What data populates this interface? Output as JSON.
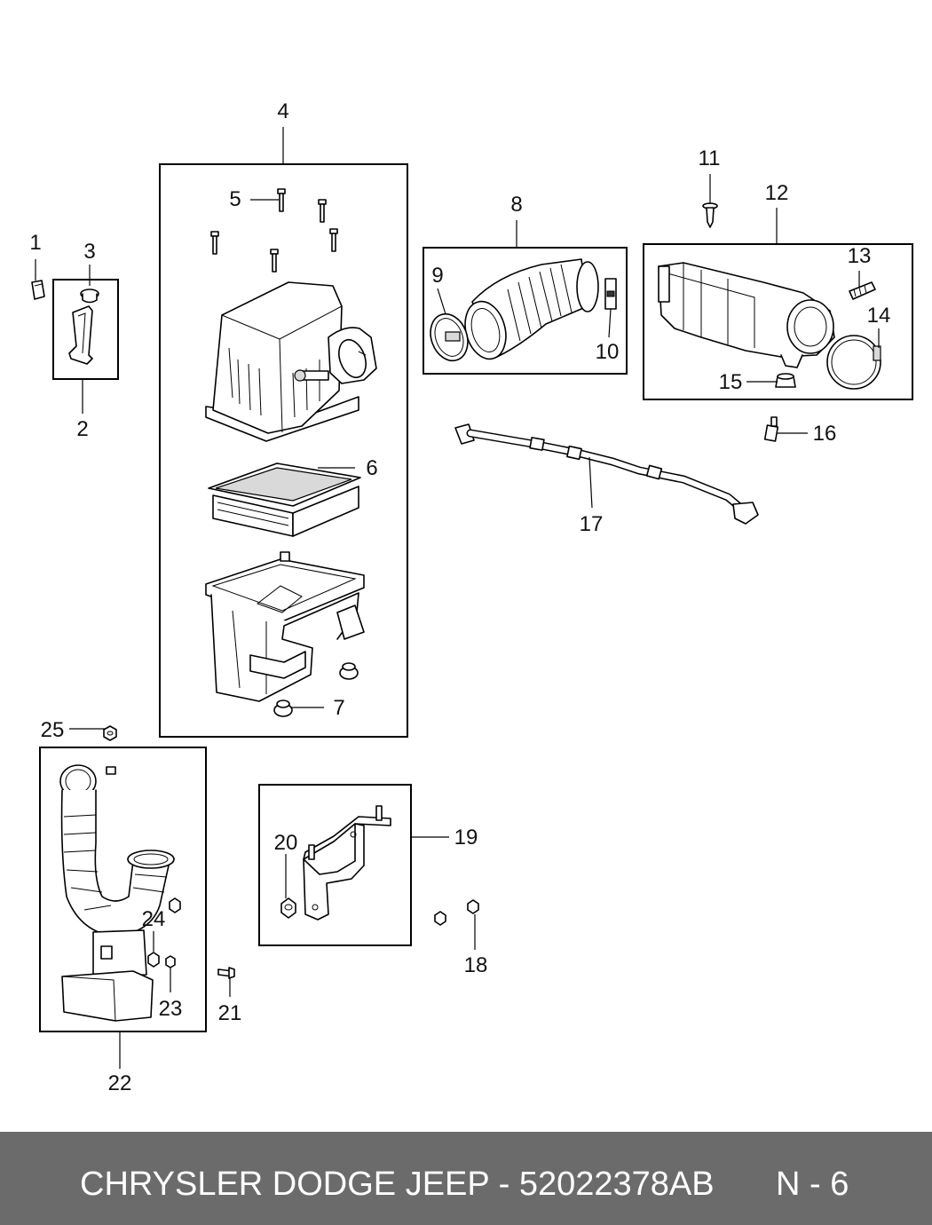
{
  "callouts": {
    "c1": "1",
    "c2": "2",
    "c3": "3",
    "c4": "4",
    "c5": "5",
    "c6": "6",
    "c7": "7",
    "c8": "8",
    "c9": "9",
    "c10": "10",
    "c11": "11",
    "c12": "12",
    "c13": "13",
    "c14": "14",
    "c15": "15",
    "c16": "16",
    "c17": "17",
    "c18": "18",
    "c19": "19",
    "c20": "20",
    "c21": "21",
    "c22": "22",
    "c23": "23",
    "c24": "24",
    "c25": "25"
  },
  "footer": {
    "title": "CHRYSLER DODGE JEEP - 52022378AB",
    "page": "N - 6",
    "background": "#6b6b6b"
  }
}
